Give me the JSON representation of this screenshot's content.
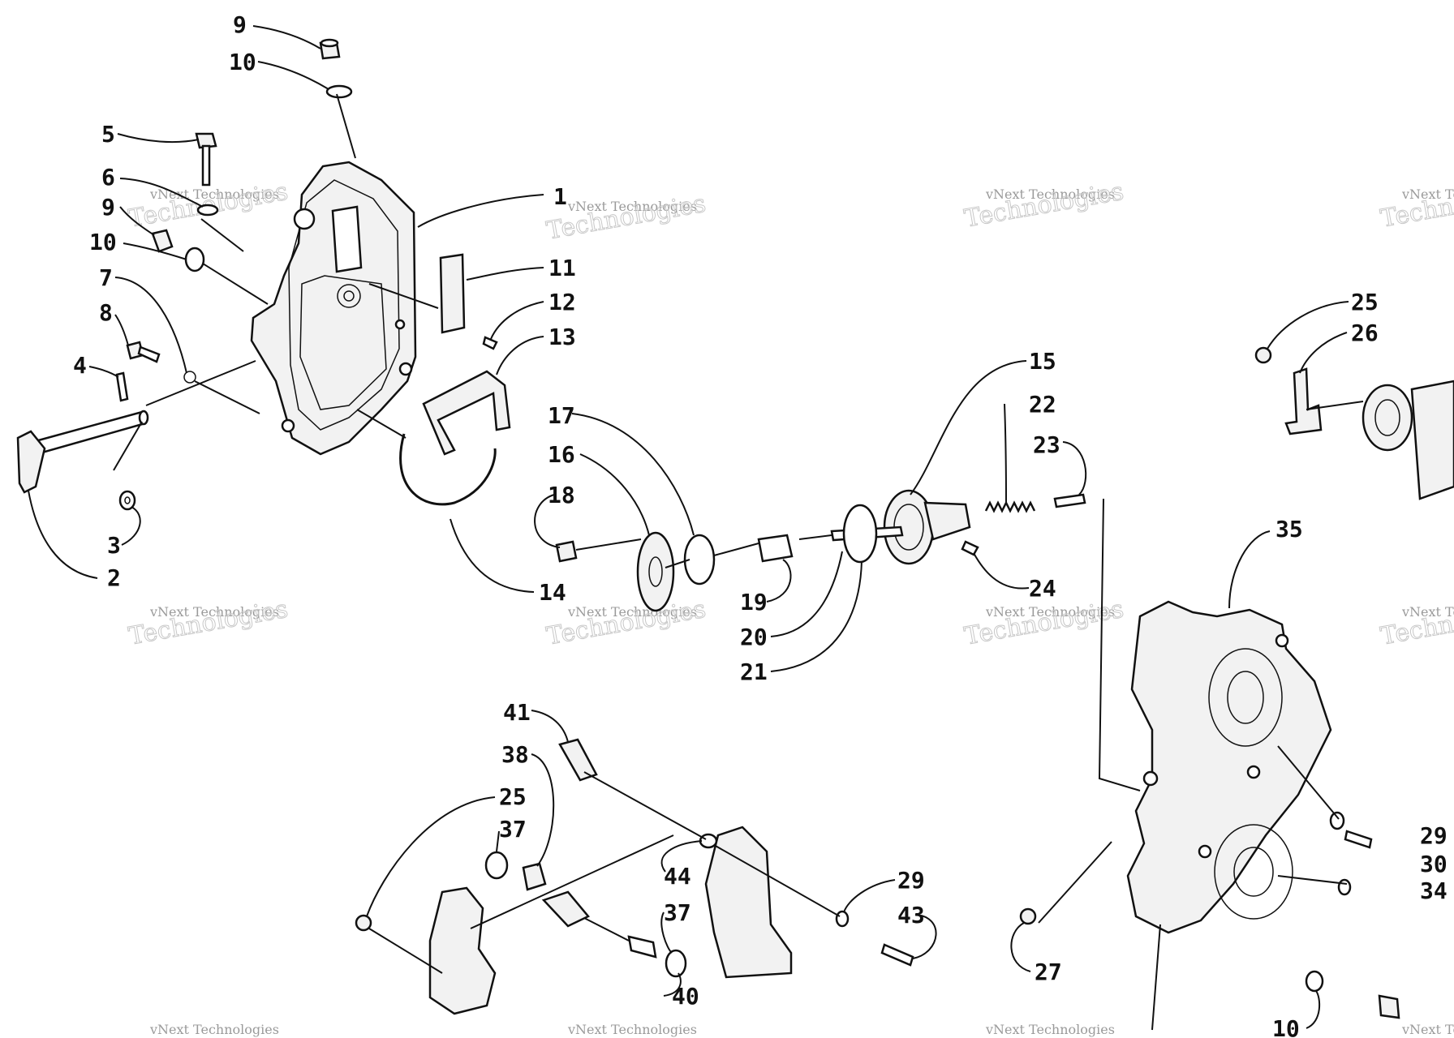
{
  "watermark": {
    "line1": "vNext Technologies",
    "line2": "Technologies"
  },
  "callouts": [
    {
      "id": "9a",
      "label": "9"
    },
    {
      "id": "10a",
      "label": "10"
    },
    {
      "id": "5",
      "label": "5"
    },
    {
      "id": "6",
      "label": "6"
    },
    {
      "id": "9b",
      "label": "9"
    },
    {
      "id": "10b",
      "label": "10"
    },
    {
      "id": "7",
      "label": "7"
    },
    {
      "id": "8",
      "label": "8"
    },
    {
      "id": "4",
      "label": "4"
    },
    {
      "id": "1",
      "label": "1"
    },
    {
      "id": "11",
      "label": "11"
    },
    {
      "id": "12",
      "label": "12"
    },
    {
      "id": "13",
      "label": "13"
    },
    {
      "id": "3",
      "label": "3"
    },
    {
      "id": "2",
      "label": "2"
    },
    {
      "id": "14",
      "label": "14"
    },
    {
      "id": "17",
      "label": "17"
    },
    {
      "id": "16",
      "label": "16"
    },
    {
      "id": "18",
      "label": "18"
    },
    {
      "id": "15",
      "label": "15"
    },
    {
      "id": "22",
      "label": "22"
    },
    {
      "id": "23",
      "label": "23"
    },
    {
      "id": "24",
      "label": "24"
    },
    {
      "id": "19",
      "label": "19"
    },
    {
      "id": "20",
      "label": "20"
    },
    {
      "id": "21",
      "label": "21"
    },
    {
      "id": "25a",
      "label": "25"
    },
    {
      "id": "26",
      "label": "26"
    },
    {
      "id": "35",
      "label": "35"
    },
    {
      "id": "41",
      "label": "41"
    },
    {
      "id": "38",
      "label": "38"
    },
    {
      "id": "25b",
      "label": "25"
    },
    {
      "id": "37a",
      "label": "37"
    },
    {
      "id": "44",
      "label": "44"
    },
    {
      "id": "37b",
      "label": "37"
    },
    {
      "id": "40",
      "label": "40"
    },
    {
      "id": "29a",
      "label": "29"
    },
    {
      "id": "43",
      "label": "43"
    },
    {
      "id": "29b",
      "label": "29"
    },
    {
      "id": "30",
      "label": "30"
    },
    {
      "id": "34",
      "label": "34"
    },
    {
      "id": "27",
      "label": "27"
    },
    {
      "id": "10c",
      "label": "10"
    }
  ]
}
